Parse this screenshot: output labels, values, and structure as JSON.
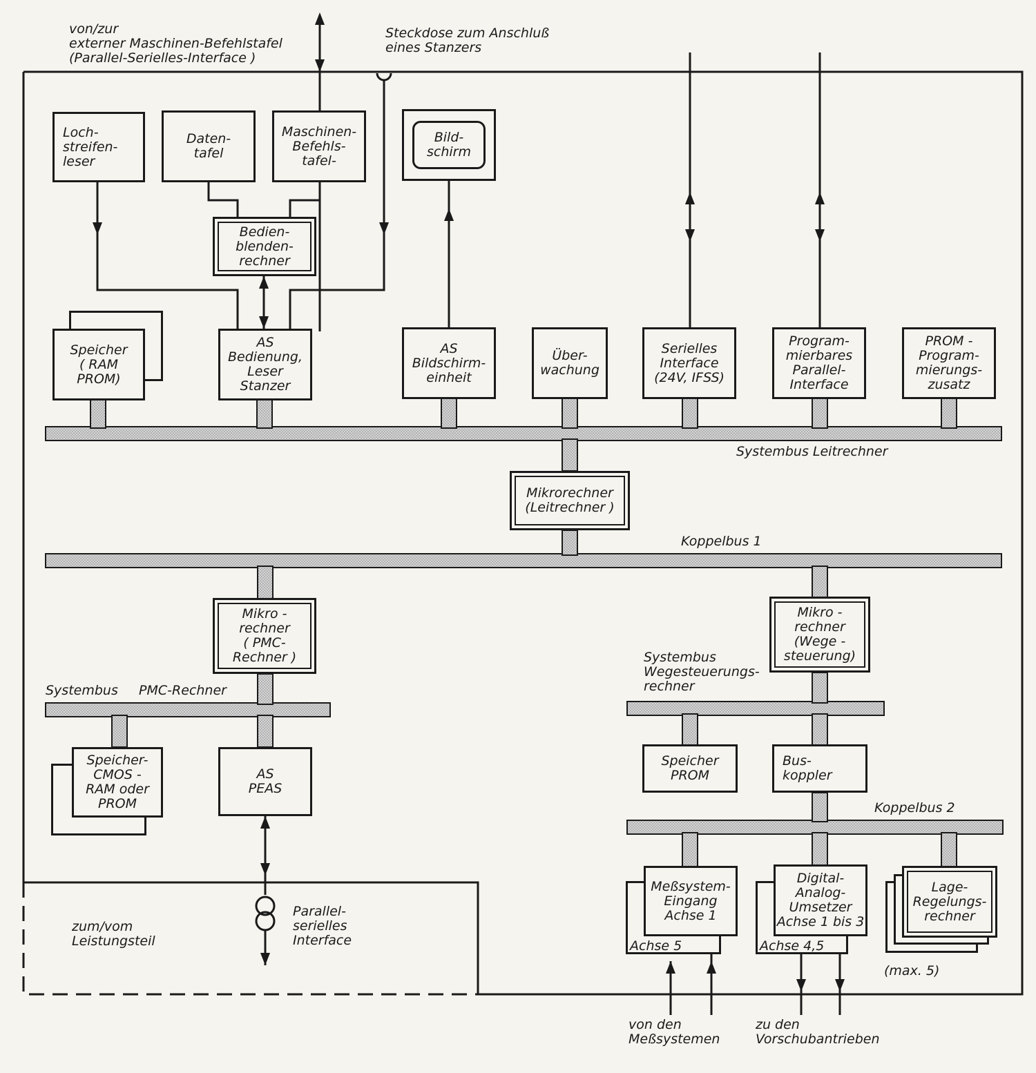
{
  "labels": {
    "top_interface": "von/zur\nexterner Maschinen-Befehlstafel\n(Parallel-Serielles-Interface )",
    "stanzer_socket": "Steckdose zum Anschluß\neines Stanzers",
    "systembus_leit": "Systembus Leitrechner",
    "koppelbus1": "Koppelbus 1",
    "systembus_pmc": "Systembus     PMC-Rechner",
    "systembus_wege": "Systembus\nWegesteuerungs-\nrechner",
    "koppelbus2": "Koppelbus 2",
    "leistungsteil": "zum/vom\nLeistungsteil",
    "parallel_seriell": "Parallel-\nserielles\nInterface",
    "max5": "(max. 5)",
    "von_mess": "von den\nMeßsystemen",
    "zu_vorschub": "zu den\nVorschubantrieben",
    "achse5": "Achse 5",
    "achse45": "Achse 4,5"
  },
  "boxes": {
    "lochstreifen": "Loch-\nstreifen-\nleser",
    "datentafel": "Daten-\ntafel",
    "maschinen_befehlstafel": "Maschinen-\nBefehls-\ntafel-",
    "bildschirm": "Bild-\nschirm",
    "bedienblenden": "Bedien-\nblenden-\nrechner",
    "speicher_ram": "Speicher\n( RAM\nPROM)",
    "as_bedienung": "AS\nBedienung,\nLeser\nStanzer",
    "as_bildschirm": "AS\nBildschirm-\neinheit",
    "ueberwachung": "Über-\nwachung",
    "seriell": "Serielles\nInterface\n(24V, IFSS)",
    "parallel_prog": "Program-\nmierbares\nParallel-\nInterface",
    "prom_zusatz": "PROM -\nProgram-\nmierungs-\nzusatz",
    "leitrechner": "Mikrorechner\n(Leitrechner )",
    "pmc": "Mikro -\nrechner\n( PMC-\nRechner )",
    "wege": "Mikro -\nrechner\n(Wege -\nsteuerung)",
    "cmos": "Speicher-\nCMOS -\nRAM oder\nPROM",
    "peas": "AS\nPEAS",
    "speicher_prom": "Speicher\nPROM",
    "buskoppler": "Bus-\nkoppler",
    "messsystem": "Meßsystem-\nEingang\nAchse 1",
    "dac": "Digital-\nAnalog-\nUmsetzer\nAchse 1 bis 3",
    "lage": "Lage-\nRegelungs-\nrechner"
  },
  "colors": {
    "line": "#1a1a1a",
    "bus_fill": "#cfcfcf",
    "paper": "#f6f4ef"
  }
}
